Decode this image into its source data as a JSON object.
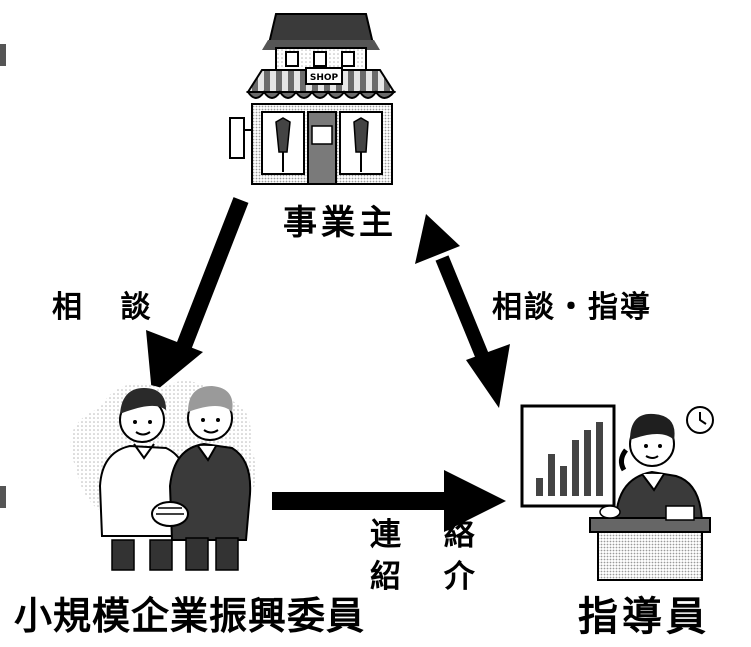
{
  "nodes": {
    "business_owner": {
      "label": "事業主",
      "icon": "shop-icon",
      "sign": "SHOP"
    },
    "promotion_committee": {
      "label": "小規模企業振興委員",
      "icon": "handshake-icon"
    },
    "advisor": {
      "label": "指導員",
      "icon": "advisor-at-desk-icon"
    }
  },
  "edges": {
    "consult": {
      "label": "相 談",
      "from": "business_owner",
      "to": "promotion_committee",
      "direction": "one-way"
    },
    "consult_guidance": {
      "label": "相談・指導",
      "between": [
        "business_owner",
        "advisor"
      ],
      "direction": "two-way"
    },
    "contact_introduce": {
      "line1": "連 絡",
      "line2": "紹 介",
      "from": "promotion_committee",
      "to": "advisor",
      "direction": "one-way"
    }
  },
  "colors": {
    "ink": "#000000",
    "background": "#ffffff"
  }
}
